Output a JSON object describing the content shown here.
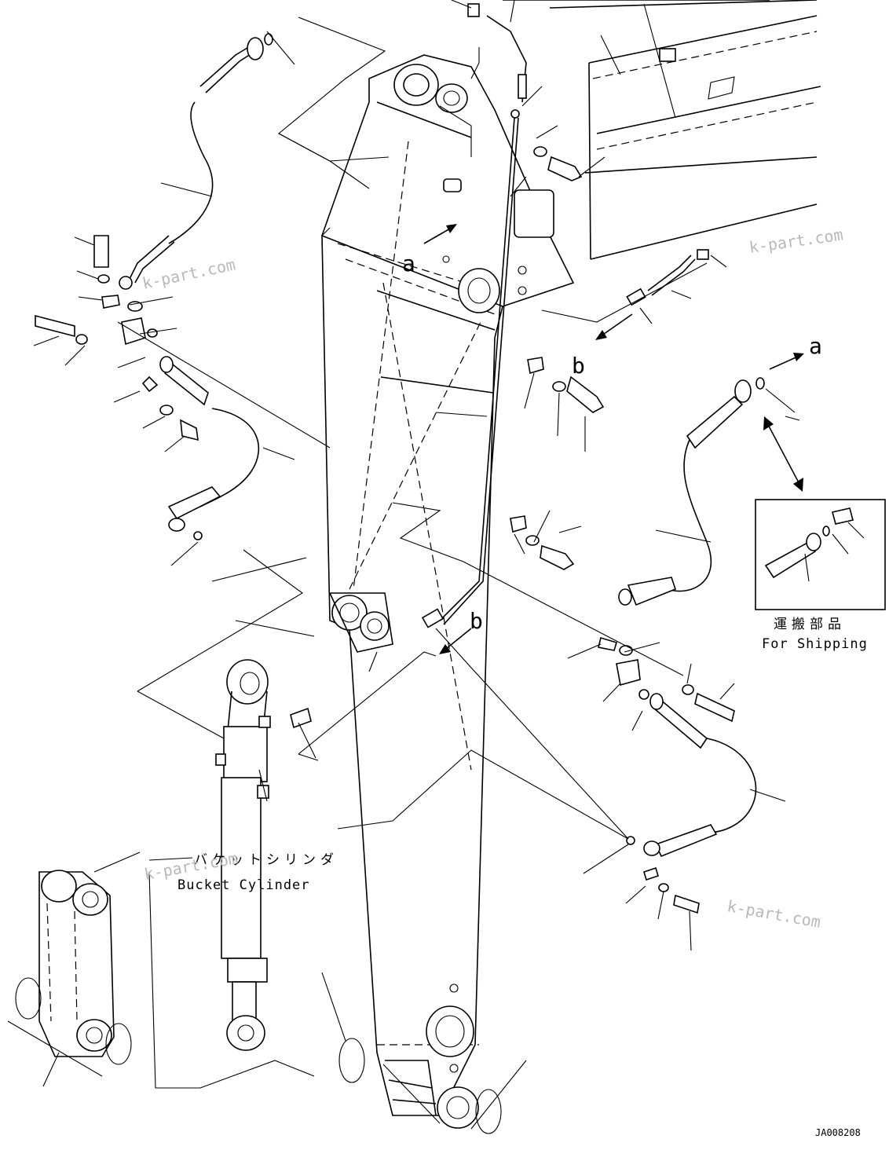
{
  "labels": {
    "a_top": "a",
    "a_right": "a",
    "b_mid": "b",
    "b_lower": "b"
  },
  "shipping": {
    "jp": "運搬部品",
    "en": "For Shipping"
  },
  "bucket_cylinder": {
    "jp": "バケットシリンダ",
    "en": "Bucket Cylinder"
  },
  "drawing_code": "JA008208",
  "watermarks": [
    "k-part.com",
    "k-part.com",
    "k-part.com",
    "k-part.com"
  ]
}
